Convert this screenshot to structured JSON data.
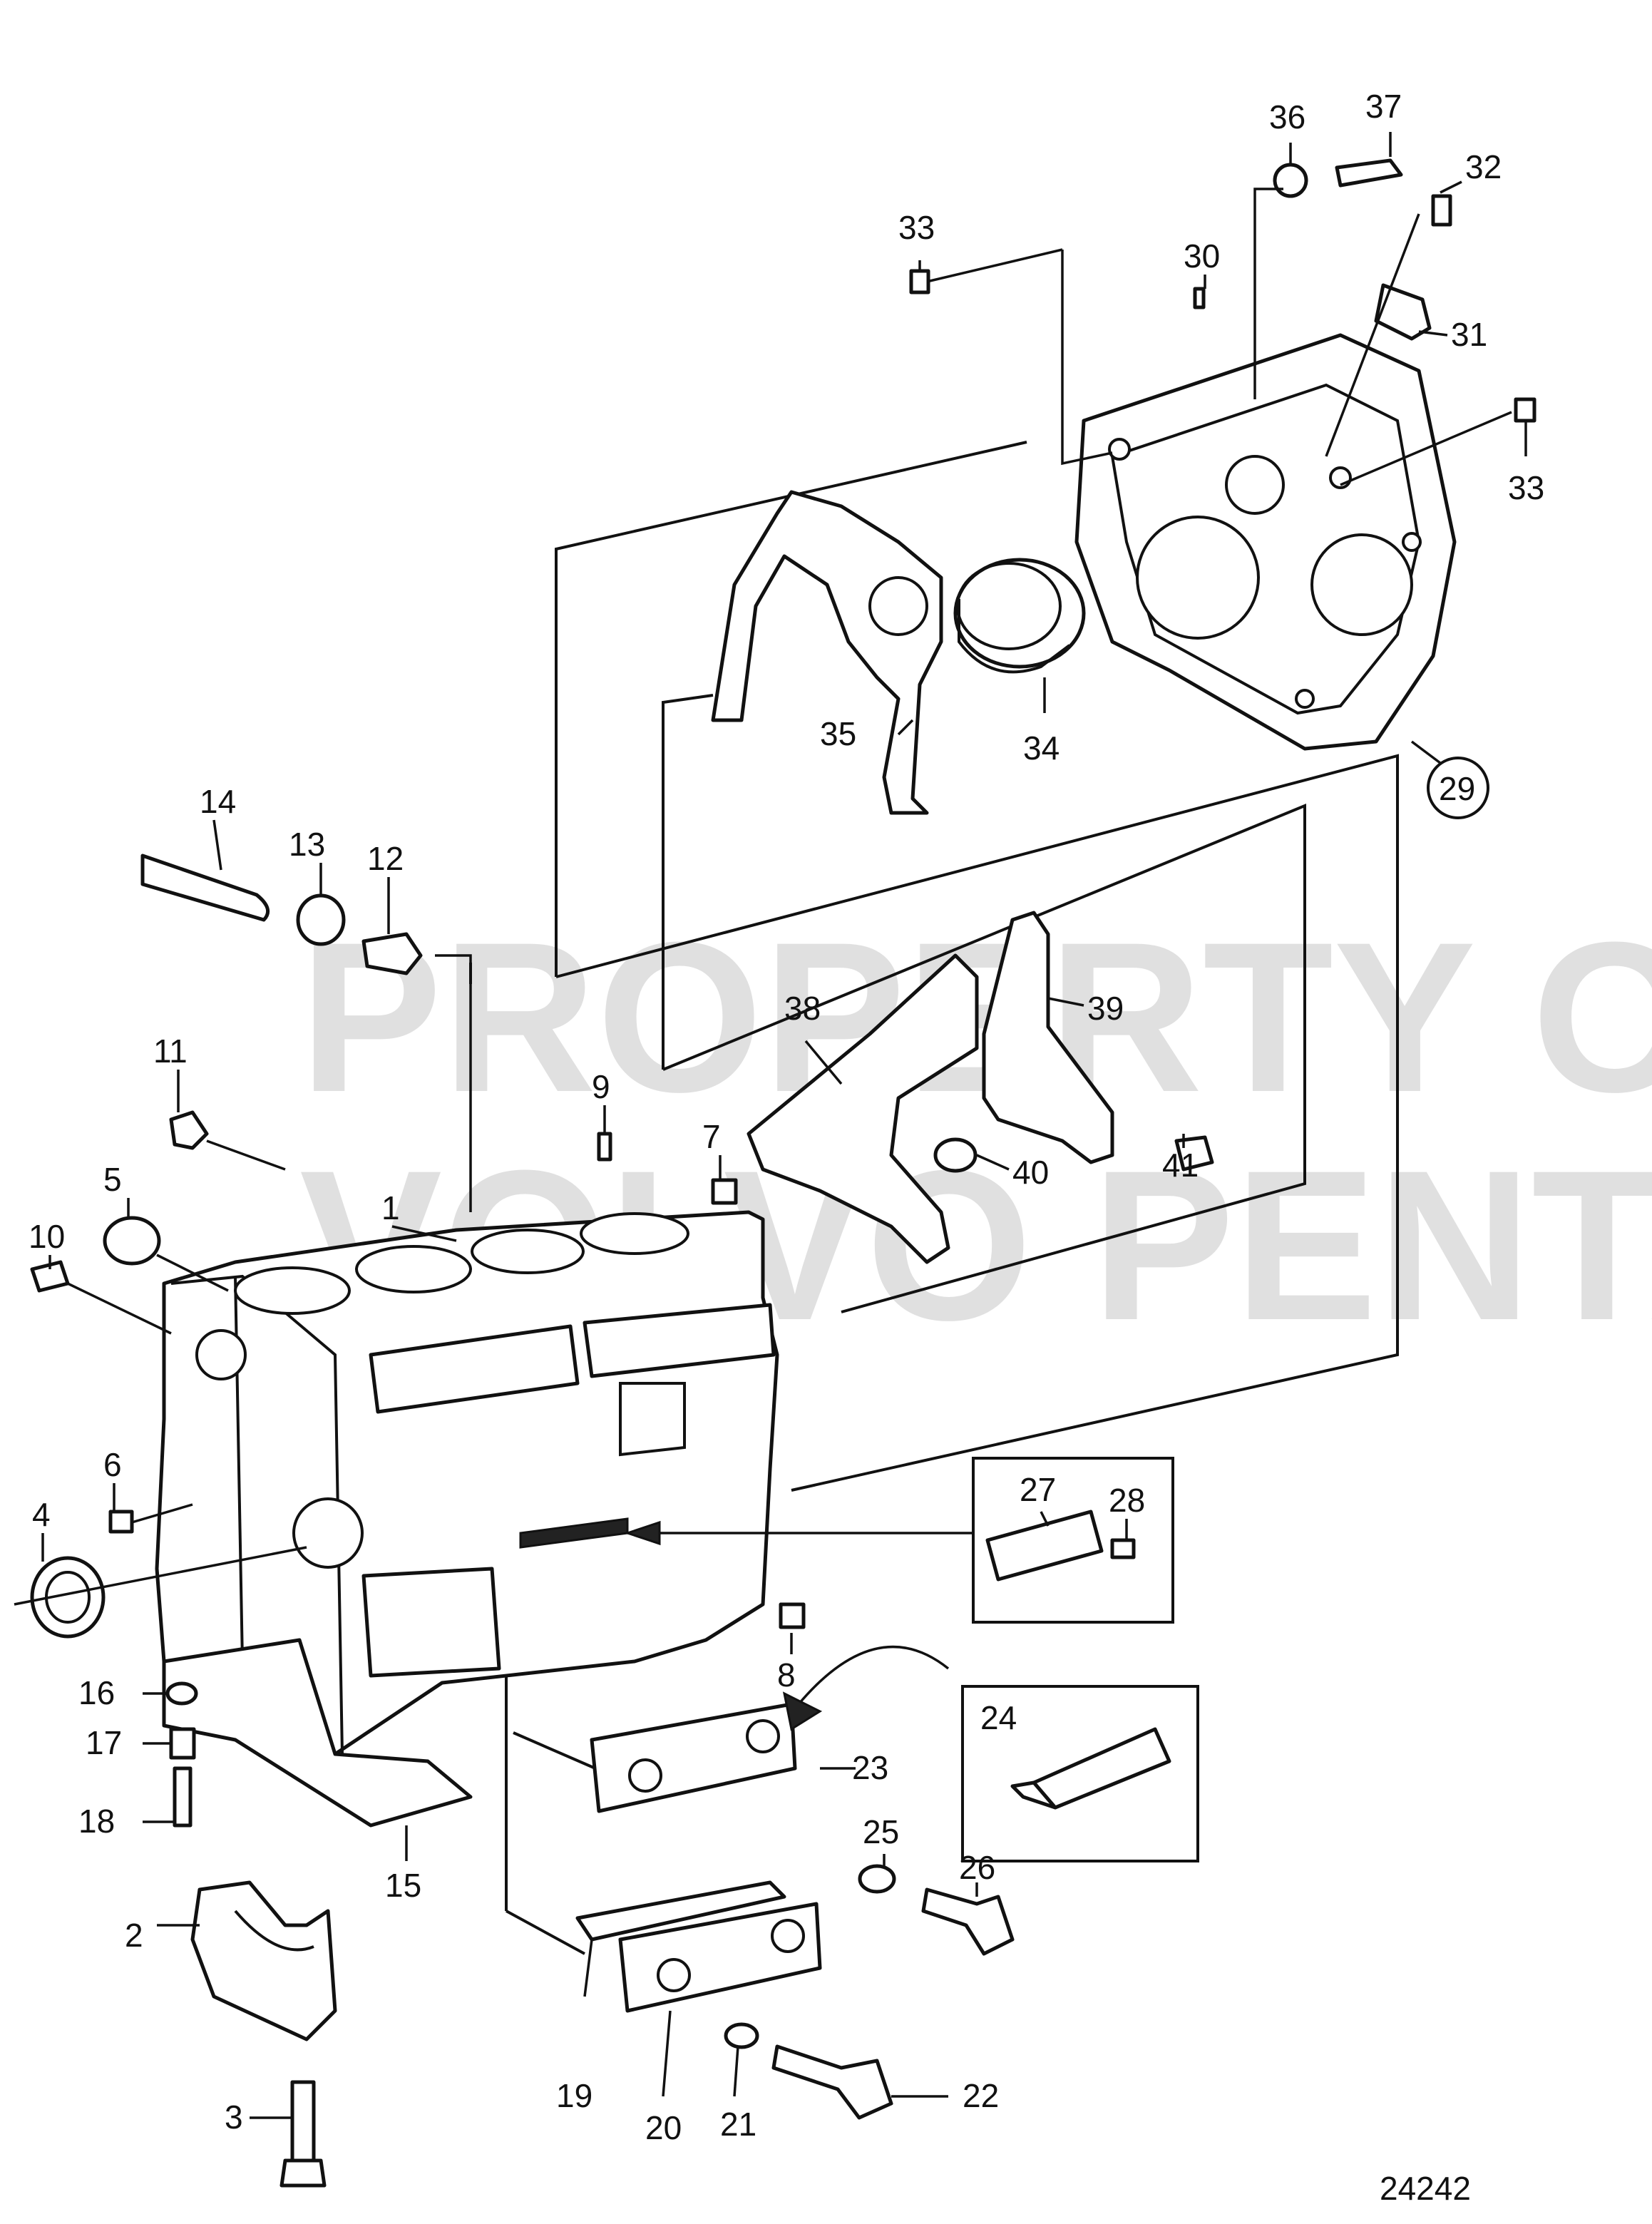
{
  "watermark": {
    "line1": "PROPERTY OF",
    "line2": "VOLVO PENTA"
  },
  "drawing_number": "24242",
  "callouts": [
    {
      "id": "c1",
      "text": "1"
    },
    {
      "id": "c2",
      "text": "2"
    },
    {
      "id": "c3",
      "text": "3"
    },
    {
      "id": "c4",
      "text": "4"
    },
    {
      "id": "c5",
      "text": "5"
    },
    {
      "id": "c6",
      "text": "6"
    },
    {
      "id": "c7",
      "text": "7"
    },
    {
      "id": "c8",
      "text": "8"
    },
    {
      "id": "c9",
      "text": "9"
    },
    {
      "id": "c10",
      "text": "10"
    },
    {
      "id": "c11",
      "text": "11"
    },
    {
      "id": "c12",
      "text": "12"
    },
    {
      "id": "c13",
      "text": "13"
    },
    {
      "id": "c14",
      "text": "14"
    },
    {
      "id": "c15",
      "text": "15"
    },
    {
      "id": "c16",
      "text": "16"
    },
    {
      "id": "c17",
      "text": "17"
    },
    {
      "id": "c18",
      "text": "18"
    },
    {
      "id": "c19",
      "text": "19"
    },
    {
      "id": "c20",
      "text": "20"
    },
    {
      "id": "c21",
      "text": "21"
    },
    {
      "id": "c22",
      "text": "22"
    },
    {
      "id": "c23",
      "text": "23"
    },
    {
      "id": "c24",
      "text": "24"
    },
    {
      "id": "c25",
      "text": "25"
    },
    {
      "id": "c26",
      "text": "26"
    },
    {
      "id": "c27",
      "text": "27"
    },
    {
      "id": "c28",
      "text": "28"
    },
    {
      "id": "c29",
      "text": "29"
    },
    {
      "id": "c30",
      "text": "30"
    },
    {
      "id": "c31",
      "text": "31"
    },
    {
      "id": "c32",
      "text": "32"
    },
    {
      "id": "c33a",
      "text": "33"
    },
    {
      "id": "c33b",
      "text": "33"
    },
    {
      "id": "c34",
      "text": "34"
    },
    {
      "id": "c35",
      "text": "35"
    },
    {
      "id": "c36",
      "text": "36"
    },
    {
      "id": "c37",
      "text": "37"
    },
    {
      "id": "c38",
      "text": "38"
    },
    {
      "id": "c39",
      "text": "39"
    },
    {
      "id": "c40",
      "text": "40"
    },
    {
      "id": "c41",
      "text": "41"
    }
  ]
}
